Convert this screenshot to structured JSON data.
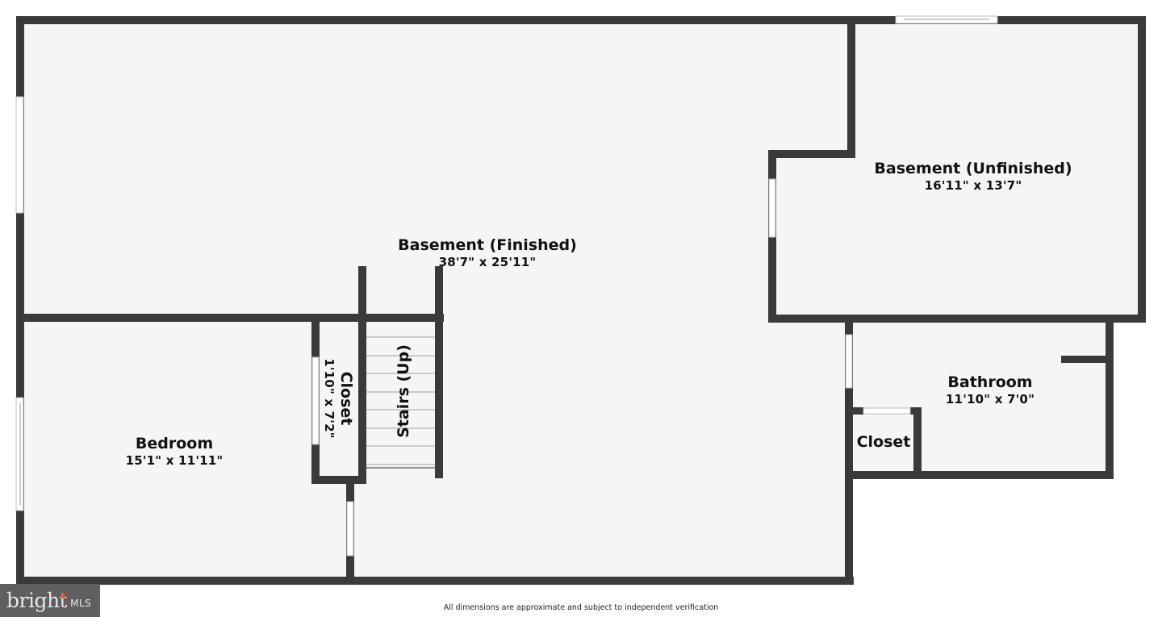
{
  "rooms": [
    {
      "name": "Basement (Finished)",
      "dimensions": "38'7\" x 25'11\""
    },
    {
      "name": "Basement (Unfinished)",
      "dimensions": "16'11\" x 13'7\""
    },
    {
      "name": "Bedroom",
      "dimensions": "15'1\" x 11'11\""
    },
    {
      "name": "Closet",
      "dimensions": "1'10\" x 7'2\""
    },
    {
      "name": "Stairs (Up)"
    },
    {
      "name": "Bathroom",
      "dimensions": "11'10\" x 7'0\""
    },
    {
      "name": "Closet"
    }
  ],
  "footer": {
    "disclaimer": "All dimensions are approximate and subject to independent verification",
    "logo_brand": "bright",
    "logo_suffix": "MLS"
  },
  "colors": {
    "wall": "#3a3a3a",
    "floor": "#f5f5f5",
    "window": "#ffffff",
    "logo_bg": "#5f5f5f",
    "logo_accent": "#e8562a"
  }
}
